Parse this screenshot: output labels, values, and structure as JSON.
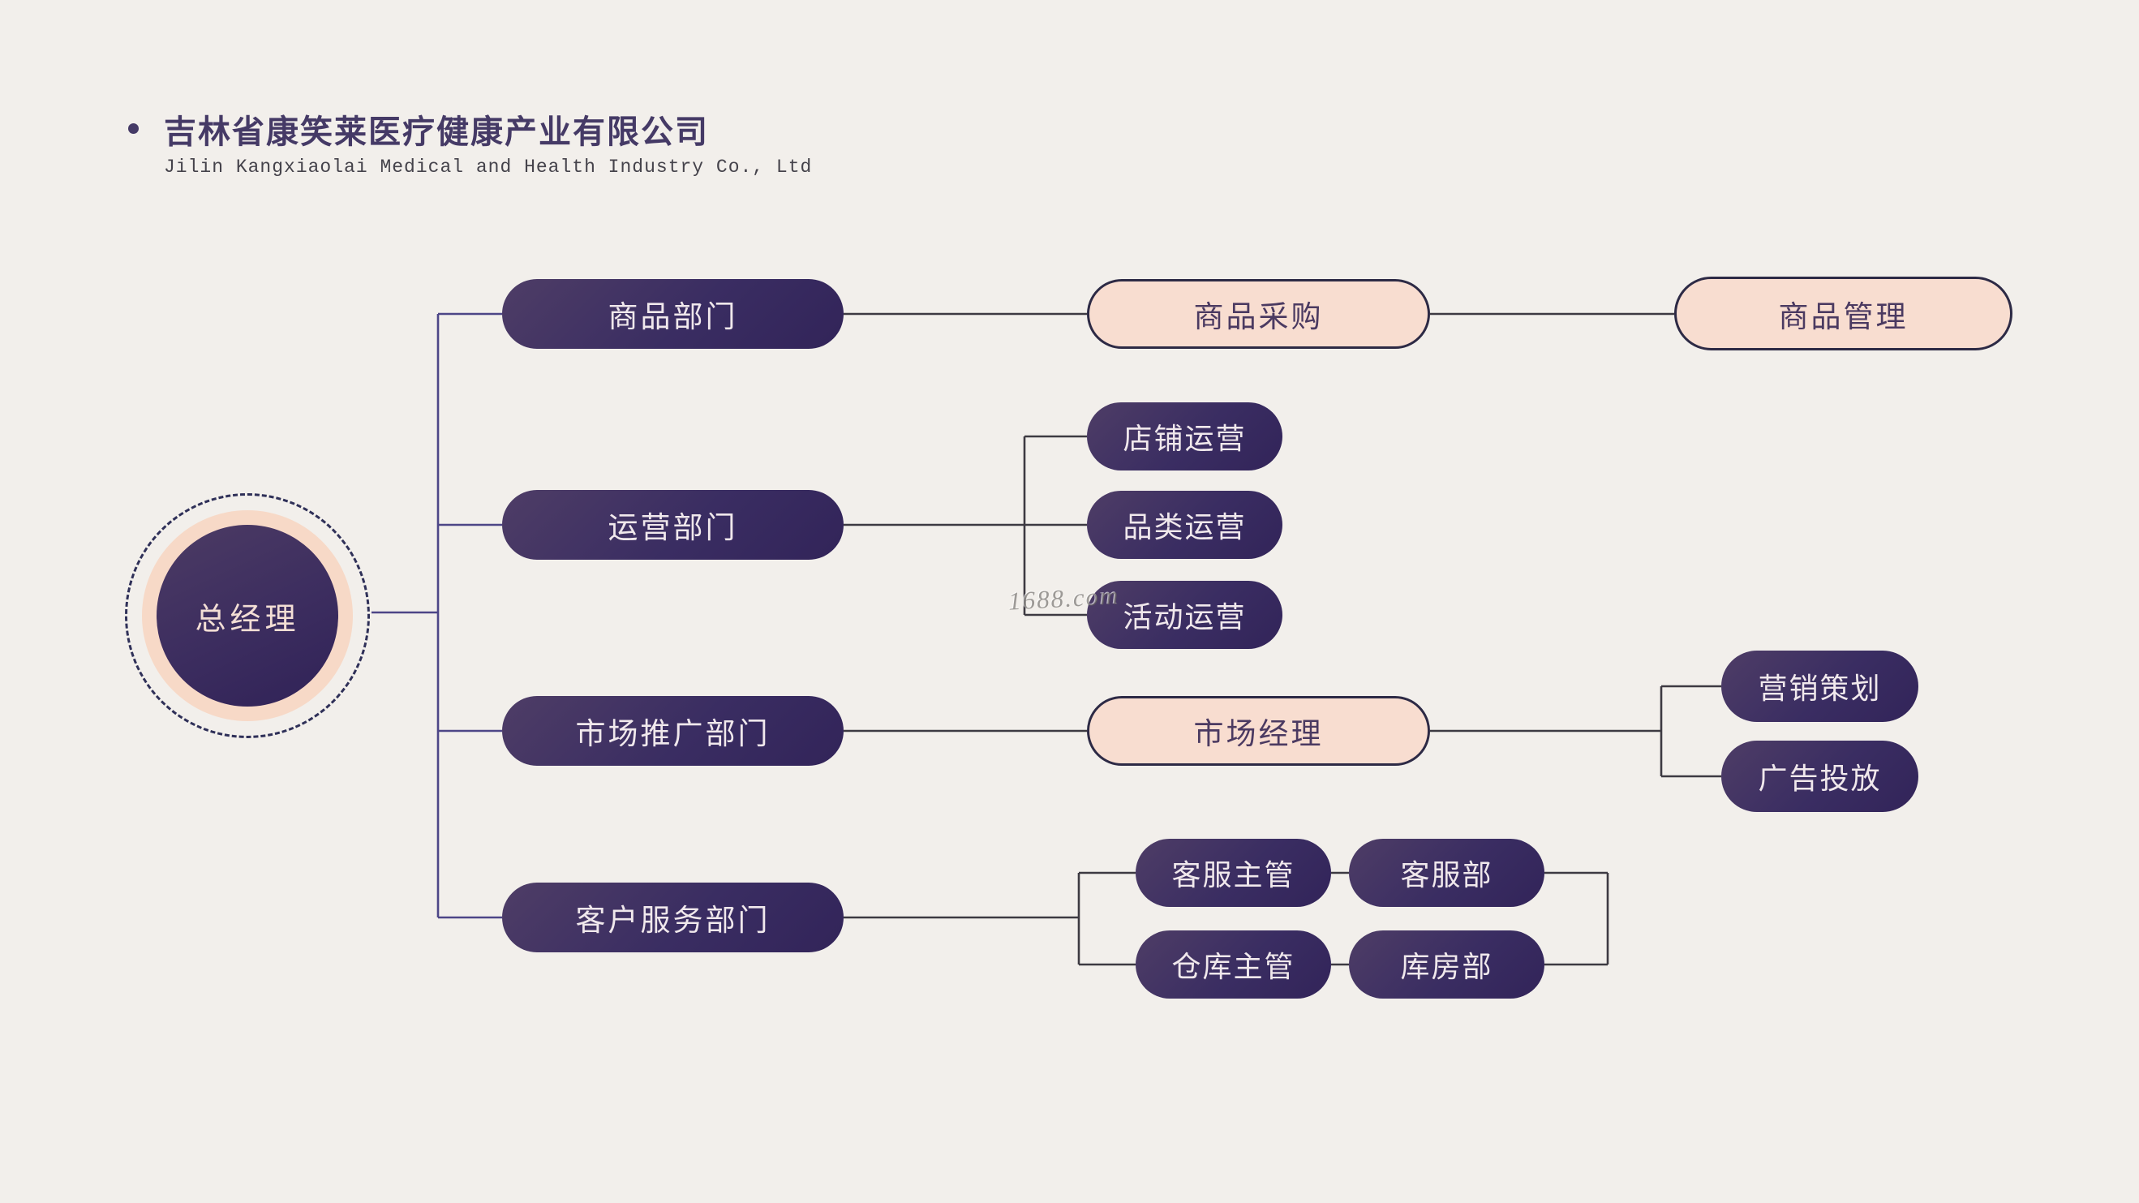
{
  "page": {
    "background_color": "#f2efeb",
    "watermark_text": "1688.com"
  },
  "colors": {
    "dark_node_gradient_start": "#4e3d66",
    "dark_node_gradient_end": "#322459",
    "dark_node_text": "#f0e8ec",
    "peach_node_fill": "#f8ddd0",
    "peach_node_border": "#2d2a45",
    "peach_node_text": "#4b3a61",
    "ring_peach": "#f7d9c7",
    "dashed_circle": "#2f3058",
    "connector_left": "#4d4687",
    "connector_right": "#3d3a42",
    "title_text": "#453a66"
  },
  "header": {
    "bullet": "",
    "company_name_zh": "吉林省康笑莱医疗健康产业有限公司",
    "company_name_en": "Jilin Kangxiaolai Medical and Health Industry Co., Ltd"
  },
  "org_chart": {
    "root": {
      "label": "总经理"
    },
    "departments": [
      {
        "label": "商品部门",
        "children": [
          {
            "label": "商品采购",
            "children": [
              {
                "label": "商品管理"
              }
            ]
          }
        ]
      },
      {
        "label": "运营部门",
        "children": [
          {
            "label": "店铺运营"
          },
          {
            "label": "品类运营"
          },
          {
            "label": "活动运营"
          }
        ]
      },
      {
        "label": "市场推广部门",
        "children": [
          {
            "label": "市场经理",
            "children": [
              {
                "label": "营销策划"
              },
              {
                "label": "广告投放"
              }
            ]
          }
        ]
      },
      {
        "label": "客户服务部门",
        "children": [
          {
            "label": "客服主管",
            "children": [
              {
                "label": "客服部"
              }
            ]
          },
          {
            "label": "仓库主管",
            "children": [
              {
                "label": "库房部"
              }
            ]
          }
        ]
      }
    ]
  }
}
